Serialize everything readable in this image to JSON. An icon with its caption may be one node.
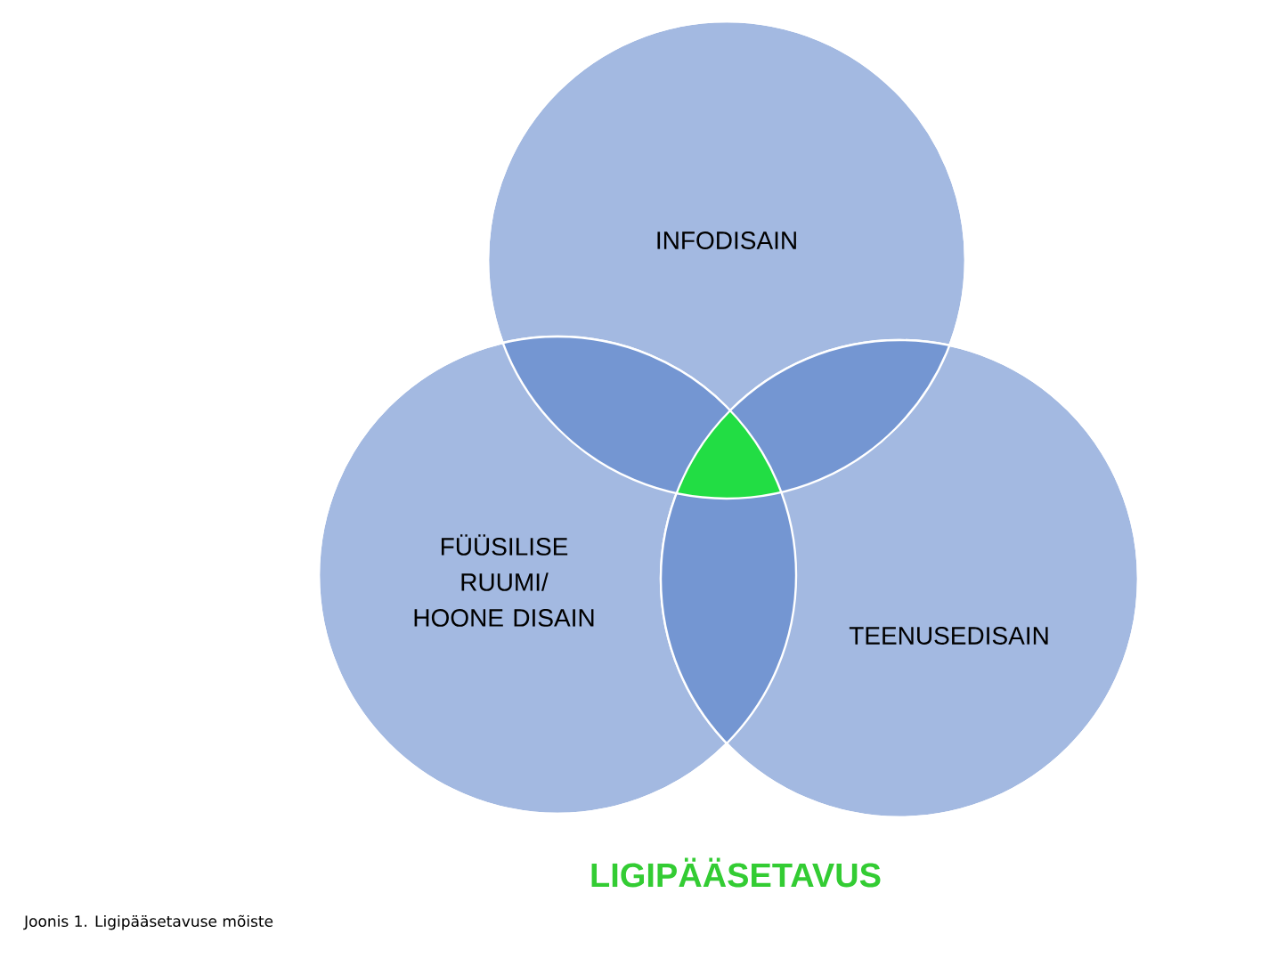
{
  "diagram": {
    "caption": "Joonis 1. Ligipääsetavuse mõiste",
    "nodes": [
      {
        "text": [
          "INFODISAIN"
        ]
      },
      {
        "text": [
          "FÜÜSILISE RUUMI/ HOONE DISAIN"
        ]
      },
      {
        "text": [
          "TEENUSEDISAIN"
        ]
      }
    ],
    "edges": [],
    "labels": [
      "LIGIPÄÄSETAVUS"
    ]
  }
}
